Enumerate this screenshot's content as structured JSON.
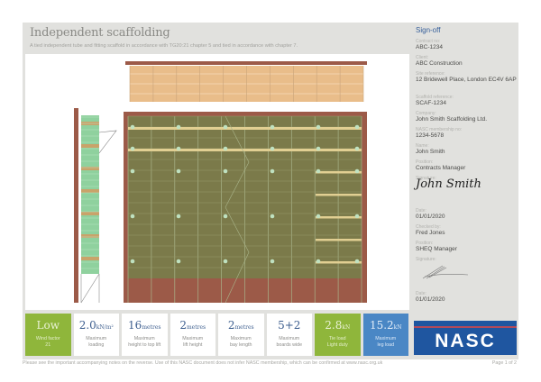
{
  "header": {
    "title": "Independent scaffolding",
    "subtitle": "A tied independent tube and fitting scaffold in accordance with TG20:21 chapter 5 and tied in accordance with chapter 7."
  },
  "signoff": {
    "title": "Sign-off",
    "fields": [
      {
        "label": "Contract no:",
        "value": "ABC-1234"
      },
      {
        "label": "Client:",
        "value": "ABC Construction"
      },
      {
        "label": "Site reference:",
        "value": "12 Bridewell Place, London EC4V 6AP"
      },
      {
        "label": "Scaffold reference:",
        "value": "SCAF-1234"
      },
      {
        "label": "Company:",
        "value": "John Smith Scaffolding Ltd."
      },
      {
        "label": "NASC membership no:",
        "value": "1234-5678"
      },
      {
        "label": "Name:",
        "value": "John Smith"
      },
      {
        "label": "Position:",
        "value": "Contracts Manager"
      },
      {
        "label": "Signature:",
        "value": "John Smith"
      },
      {
        "label": "Date:",
        "value": "01/01/2020"
      },
      {
        "label": "Checked by:",
        "value": "Fred Jones"
      },
      {
        "label": "Position:",
        "value": "SHEQ Manager"
      },
      {
        "label": "Signature:",
        "value": ""
      },
      {
        "label": "Date:",
        "value": "01/01/2020"
      }
    ]
  },
  "stats": [
    {
      "big": "Low",
      "unit": "",
      "desc1": "Wind factor",
      "desc2": "21",
      "style": "green"
    },
    {
      "big": "2.0",
      "unit": "kN/m²",
      "desc1": "Maximum",
      "desc2": "loading",
      "style": "white"
    },
    {
      "big": "16",
      "unit": "metres",
      "desc1": "Maximum",
      "desc2": "height to top lift",
      "style": "white"
    },
    {
      "big": "2",
      "unit": "metres",
      "desc1": "Maximum",
      "desc2": "lift height",
      "style": "white"
    },
    {
      "big": "2",
      "unit": "metres",
      "desc1": "Maximum",
      "desc2": "bay length",
      "style": "white"
    },
    {
      "big": "5+2",
      "unit": "",
      "desc1": "Maximum",
      "desc2": "boards wide",
      "style": "white"
    },
    {
      "big": "2.8",
      "unit": "kN",
      "desc1": "Tie load",
      "desc2": "Light duty",
      "style": "green"
    },
    {
      "big": "15.2",
      "unit": "kN",
      "desc1": "Maximum",
      "desc2": "leg load",
      "style": "blue"
    }
  ],
  "logo": {
    "text": "NASC"
  },
  "footer": {
    "note": "Please see the important accompanying notes on the reverse. Use of this NASC document does not infer NASC membership, which can be confirmed at www.nasc.org.uk",
    "page": "Page 1 of 2"
  },
  "colors": {
    "brick": "#9c5a48",
    "deck": "#e9bd8a",
    "scaffold_fill": "#7b7a4a",
    "side_green": "#8fd19e",
    "accent_green": "#8fb63b",
    "accent_blue": "#4a87c5",
    "nasc_blue": "#1f56a0"
  }
}
